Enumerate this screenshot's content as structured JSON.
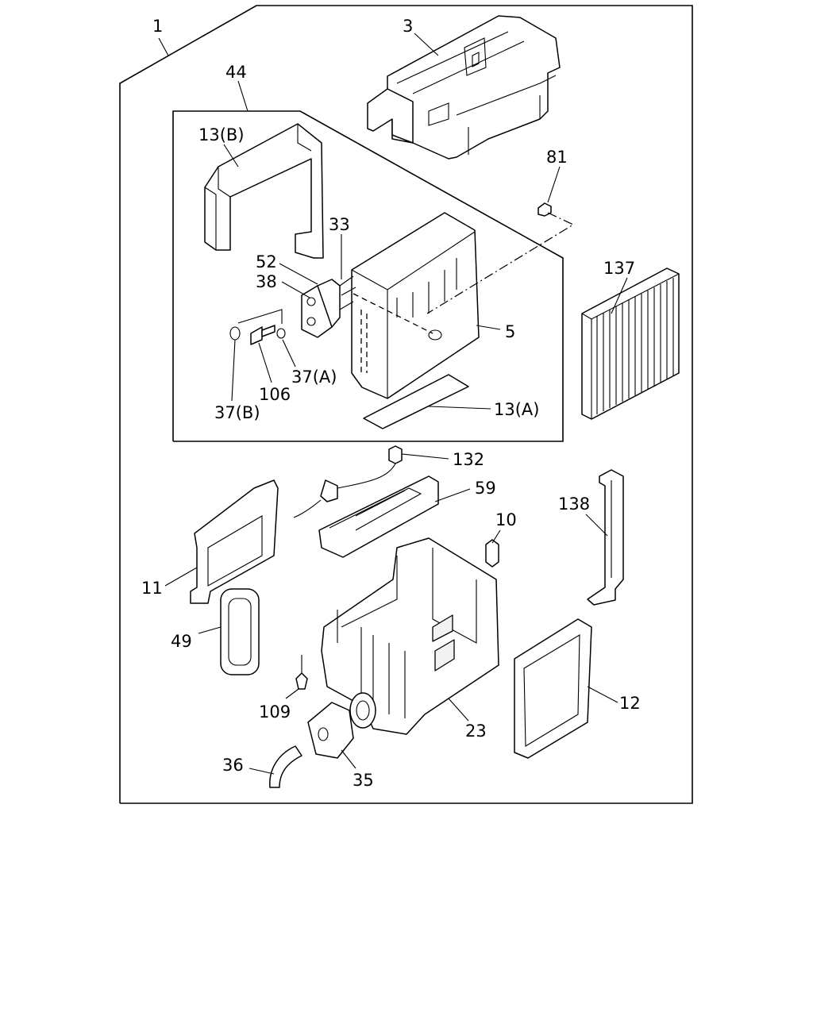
{
  "diagram": {
    "callouts": {
      "c1": "1",
      "c3": "3",
      "c44": "44",
      "c13b": "13(B)",
      "c81": "81",
      "c33": "33",
      "c52": "52",
      "c38": "38",
      "c137": "137",
      "c5": "5",
      "c37a": "37(A)",
      "c106": "106",
      "c37b": "37(B)",
      "c13a": "13(A)",
      "c132": "132",
      "c59": "59",
      "c10": "10",
      "c138": "138",
      "c11": "11",
      "c49": "49",
      "c109": "109",
      "c23": "23",
      "c12": "12",
      "c36": "36",
      "c35": "35"
    }
  }
}
